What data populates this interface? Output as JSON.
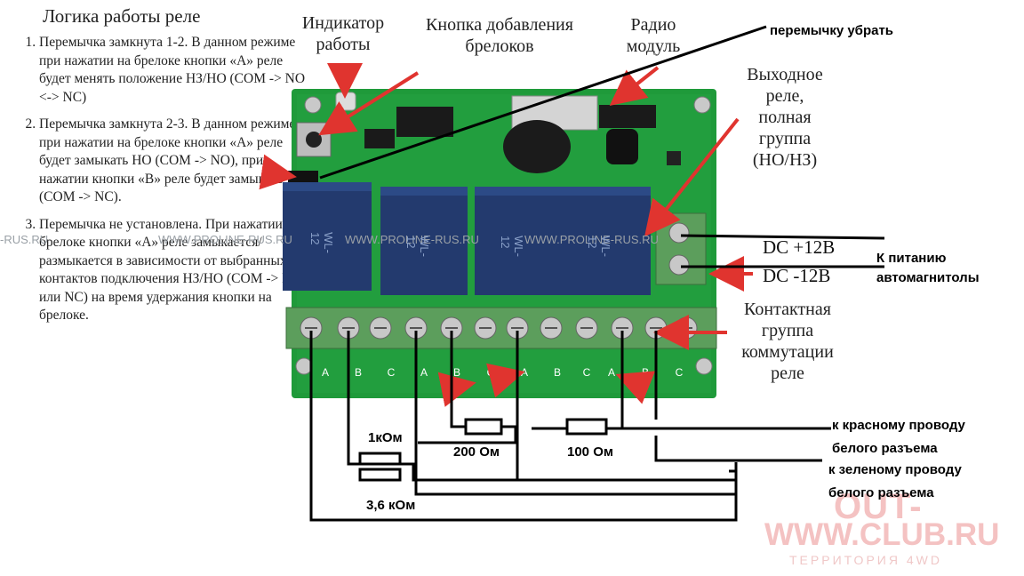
{
  "title": "Логика работы реле",
  "logic_items": [
    "Перемычка замкнута 1-2. В данном режиме при нажатии на брелоке кнопки «А» реле будет менять положение НЗ/НО (COM -> NO <-> NC)",
    "Перемычка замкнута 2-3. В данном режиме при нажатии на брелоке кнопки «А» реле будет замыкать НО (COM -> NO), при нажатии кнопки «В» реле будет замыкать НЗ (COM -> NC).",
    "Перемычка не установлена. При нажатии на брелоке кнопки «А» реле замыкается/размыкается в зависимости от выбранных контактов подключения НЗ/НО (COM -> NO или NC) на время удержания кнопки на брелоке."
  ],
  "labels": {
    "indicator_1": "Индикатор",
    "indicator_2": "работы",
    "button_add_1": "Кнопка добавления",
    "button_add_2": "брелоков",
    "radio_1": "Радио",
    "radio_2": "модуль",
    "jumper_remove": "перемычку убрать",
    "output_relay_1": "Выходное",
    "output_relay_2": "реле,",
    "output_relay_3": "полная",
    "output_relay_4": "группа",
    "output_relay_5": "(НО/НЗ)",
    "dc_plus": "DC +12В",
    "dc_minus": "DC -12В",
    "power_1": "К питанию",
    "power_2": "автомагнитолы",
    "contact_1": "Контактная",
    "contact_2": "группа",
    "contact_3": "коммутации",
    "contact_4": "реле",
    "red_wire_1": "к красному проводу",
    "red_wire_2": "белого разъема",
    "green_wire_1": "к зеленому проводу",
    "green_wire_2": "белого разъема"
  },
  "resistors": {
    "r1": "1кОм",
    "r2": "200 Ом",
    "r3": "100 Ом",
    "r4": "3,6 кОм"
  },
  "terminal_letters": [
    "A",
    "B",
    "C",
    "A",
    "B",
    "C",
    "A",
    "B",
    "C",
    "A",
    "B",
    "C"
  ],
  "relay_text": "WL-12",
  "watermarks": {
    "url": "WWW.PROLINE-RUS.RU",
    "url_partial": "-RUS.RU",
    "brand": "OUT-",
    "site": "WWW.CLUB.RU",
    "tagline": "ТЕРРИТОРИЯ 4WD"
  },
  "colors": {
    "pcb": "#1f9a3a",
    "terminal": "#5c9e5c",
    "relay": "#233a6e",
    "arrow": "#e0342f",
    "wire": "#000000"
  }
}
